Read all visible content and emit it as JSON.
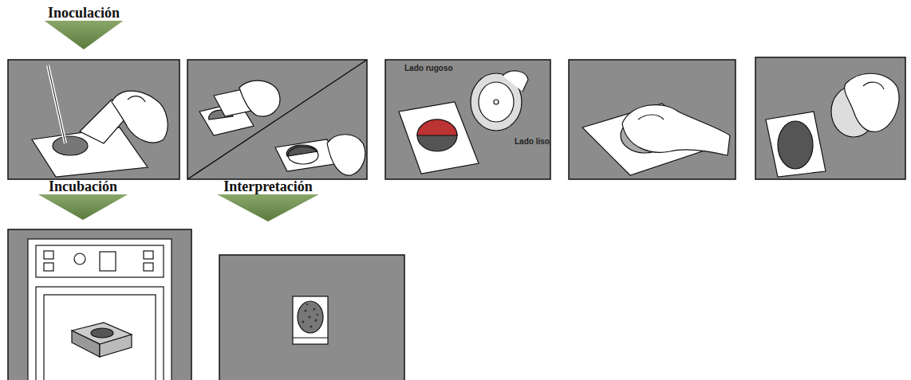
{
  "diagram": {
    "nodes": [
      {
        "text": [
          "Inoculación"
        ]
      },
      {
        "text": [
          "Incubación"
        ]
      },
      {
        "text": [
          "Interpretación"
        ]
      }
    ],
    "labels": [
      "Lado rugoso",
      "Lado liso"
    ]
  }
}
